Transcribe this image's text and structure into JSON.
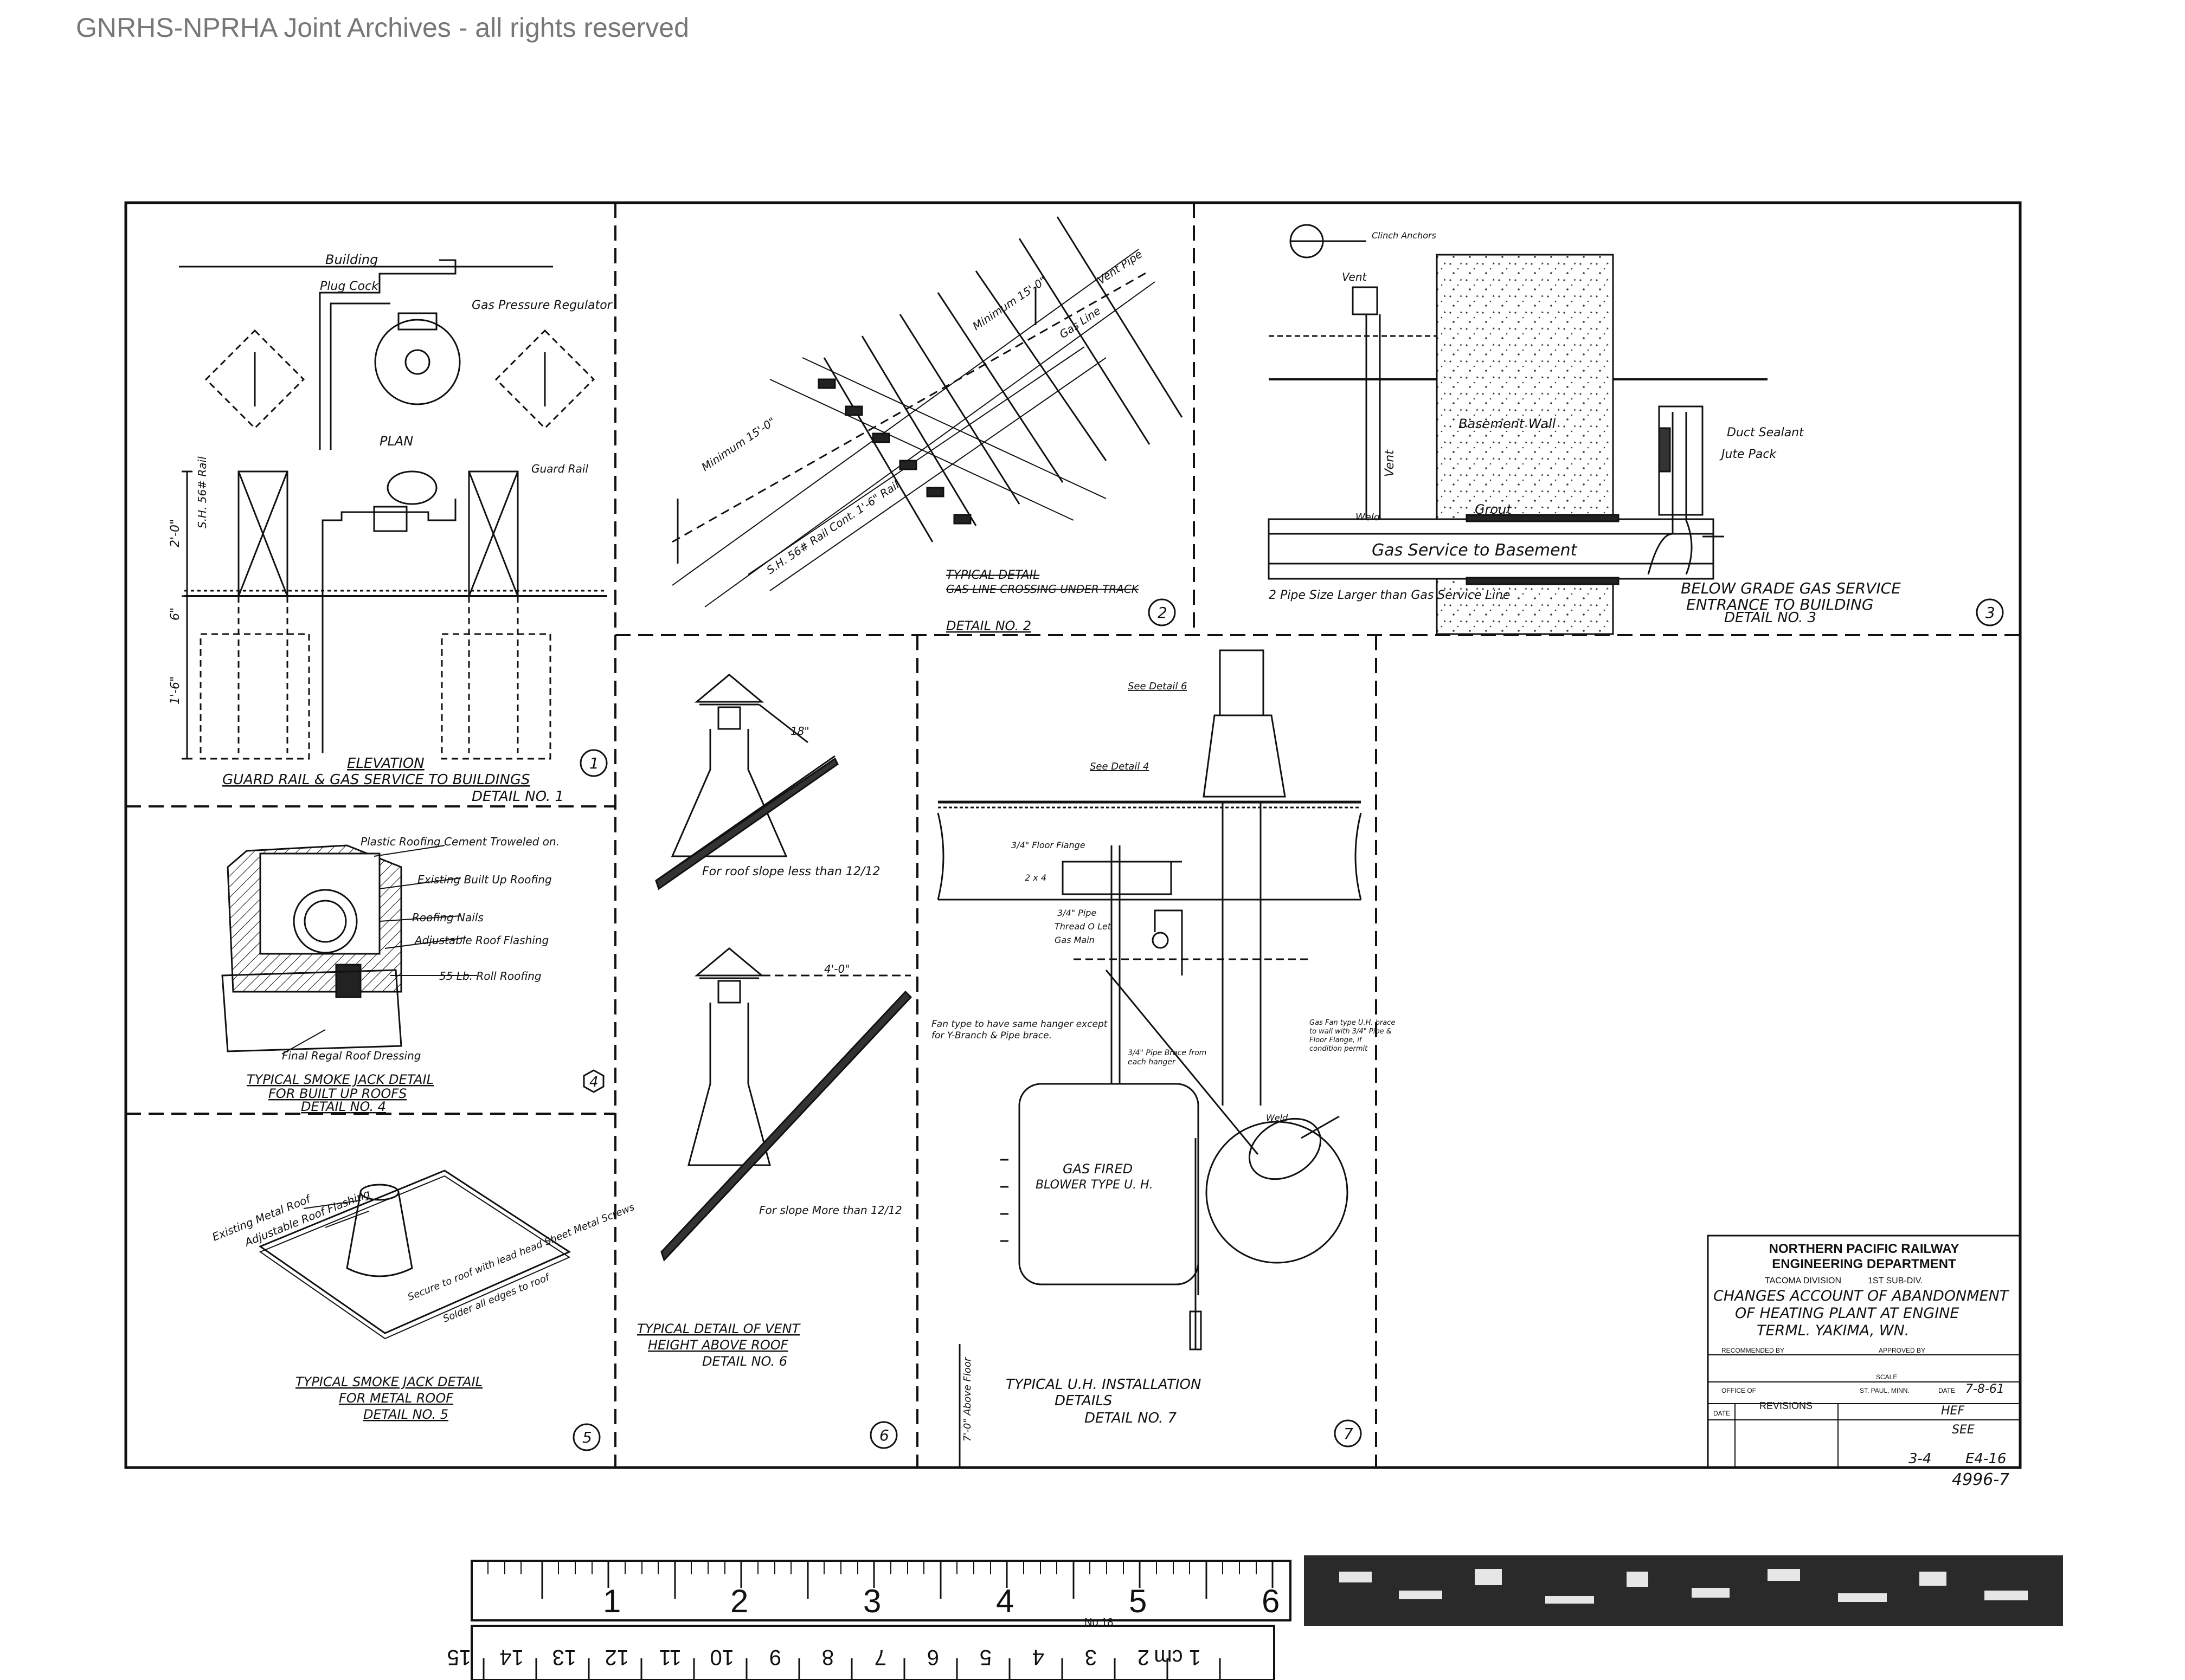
{
  "watermark": "GNRHS-NPRHA Joint Archives - all rights reserved",
  "details": {
    "d1": {
      "labels": [
        "Building",
        "Plug Cock",
        "Gas Pressure Regulator",
        "PLAN",
        "Guard Rail",
        "S.H. 56# Rail",
        "2'-0\"",
        "6\"",
        "1'-6\""
      ],
      "title": "ELEVATION",
      "subtitle": "GUARD RAIL & GAS SERVICE TO BUILDINGS",
      "caption": "DETAIL NO. 1",
      "number": "1"
    },
    "d2": {
      "labels": [
        "Minimum 15'-0\"",
        "Minimum 15'-0\"",
        "S.H. 56# Rail Cont. 1'-6\" Rail",
        "Gas Line",
        "Vent Pipe"
      ],
      "title": "TYPICAL DETAIL",
      "subtitle": "GAS LINE CROSSING UNDER TRACK",
      "caption": "DETAIL NO. 2",
      "number": "2"
    },
    "d3": {
      "labels": [
        "Clinch Anchors",
        "Vent",
        "Basement Wall",
        "Vent",
        "Duct Sealant",
        "Jute Pack",
        "Grout",
        "Weld",
        "Gas Service to Basement",
        "2 Pipe Size Larger than Gas Service Line"
      ],
      "title": "BELOW GRADE GAS SERVICE",
      "subtitle": "ENTRANCE TO BUILDING",
      "caption": "DETAIL NO. 3",
      "number": "3"
    },
    "d4": {
      "labels": [
        "Plastic Roofing Cement Troweled on.",
        "Existing Built Up Roofing",
        "Roofing Nails",
        "Adjustable Roof Flashing",
        "55 Lb. Roll Roofing",
        "Final Regal Roof Dressing"
      ],
      "title": "TYPICAL SMOKE JACK DETAIL",
      "subtitle": "FOR BUILT UP ROOFS",
      "caption": "DETAIL NO. 4",
      "number": "4"
    },
    "d5": {
      "labels": [
        "Existing Metal Roof",
        "Adjustable Roof Flashing",
        "Secure to roof with lead head Sheet Metal Screws",
        "Solder all edges to roof"
      ],
      "title": "TYPICAL SMOKE JACK DETAIL",
      "subtitle": "FOR METAL ROOF",
      "caption": "DETAIL NO. 5",
      "number": "5"
    },
    "d6": {
      "labels": [
        "18\"",
        "For roof slope less than 12/12",
        "4'-0\"",
        "For slope More than 12/12"
      ],
      "title": "TYPICAL DETAIL OF VENT",
      "subtitle": "HEIGHT ABOVE ROOF",
      "caption": "DETAIL NO. 6",
      "number": "6"
    },
    "d7": {
      "labels": [
        "See Detail 6",
        "See Detail 4",
        "3/4\" Floor Flange",
        "2 x 4",
        "3/4\" Pipe",
        "Thread O Let",
        "Gas Main",
        "Fan type to have same hanger except for Y-Branch & Pipe brace.",
        "3/4\" Pipe Brace from each hanger",
        "Gas Fan type U.H. brace to wall with 3/4\" Pipe & Floor Flange, if condition permit",
        "Weld",
        "GAS FIRED",
        "BLOWER TYPE U. H.",
        "7'-0\" Above Floor"
      ],
      "title": "TYPICAL U.H. INSTALLATION",
      "subtitle": "DETAILS",
      "caption": "DETAIL NO. 7",
      "number": "7"
    }
  },
  "title_block": {
    "company": "NORTHERN PACIFIC RAILWAY",
    "department": "ENGINEERING DEPARTMENT",
    "division": "TACOMA DIVISION",
    "subdivision": "1ST SUB-DIV.",
    "title_lines": [
      "CHANGES ACCOUNT OF ABANDONMENT",
      "OF HEATING PLANT AT ENGINE",
      "TERML. YAKIMA, WN."
    ],
    "recommended_by": "RECOMMENDED BY",
    "approved_by": "APPROVED BY",
    "scale_label": "SCALE",
    "office_of": "OFFICE OF",
    "place": "ST. PAUL, MINN.",
    "date_label": "DATE",
    "date_value": "7-8-61",
    "revisions": "REVISIONS",
    "drawn": "HEF",
    "checked": "SEE",
    "sheet": "3-4",
    "file": "E4-16"
  },
  "sheet_number": "4996-7",
  "ruler": {
    "inch_labels": [
      "1",
      "2",
      "3",
      "4",
      "5",
      "6"
    ],
    "cm_labels": [
      "1 cm",
      "2",
      "3",
      "4",
      "5",
      "6",
      "7",
      "8",
      "9",
      "10",
      "11",
      "12",
      "13",
      "14",
      "15"
    ],
    "maker": "No.18"
  },
  "colors": {
    "ink": "#111111",
    "paper": "#ffffff",
    "watermark": "#777777"
  }
}
